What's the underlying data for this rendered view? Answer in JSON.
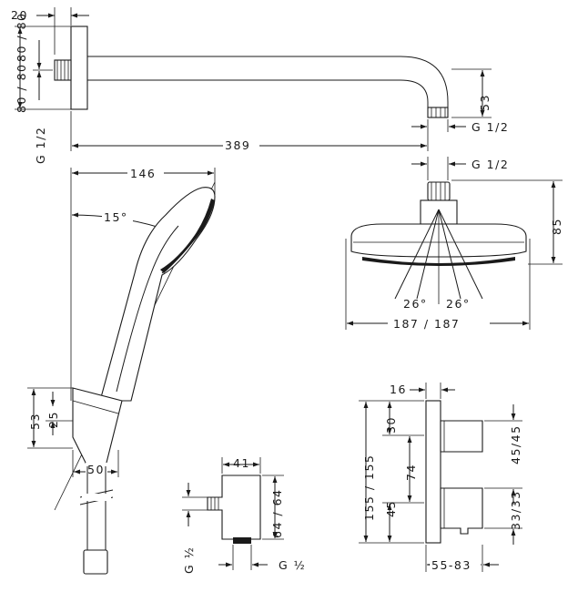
{
  "dimensions": {
    "arm_flange_width": "20",
    "arm_height_upper": "80 / 80",
    "arm_height_lower": "80 / 80",
    "arm_drop": "53",
    "arm_outlet_thread": "G 1/2",
    "arm_wall_thread": "G 1/2",
    "arm_length": "389",
    "overhead_thread": "G 1/2",
    "overhead_height": "85",
    "spray_angle_left": "26°",
    "spray_angle_right": "26°",
    "overhead_diameter": "187 / 187",
    "hand_shower_length": "146",
    "hand_shower_angle": "15°",
    "holder_height_outer": "53",
    "holder_height_inner": "25",
    "holder_width": "50",
    "elbow_width": "41",
    "elbow_height": "64 / 64",
    "elbow_inlet_thread": "G ½",
    "elbow_outlet_thread": "G ½",
    "thermostat_depth": "16",
    "thermostat_height": "155 / 155",
    "thermostat_upper_offset": "30",
    "thermostat_handle_spacing": "74",
    "thermostat_lower_offset": "45",
    "thermostat_upper_handle": "45/45",
    "thermostat_lower_handle": "33/33",
    "thermostat_projection": "55-83"
  }
}
